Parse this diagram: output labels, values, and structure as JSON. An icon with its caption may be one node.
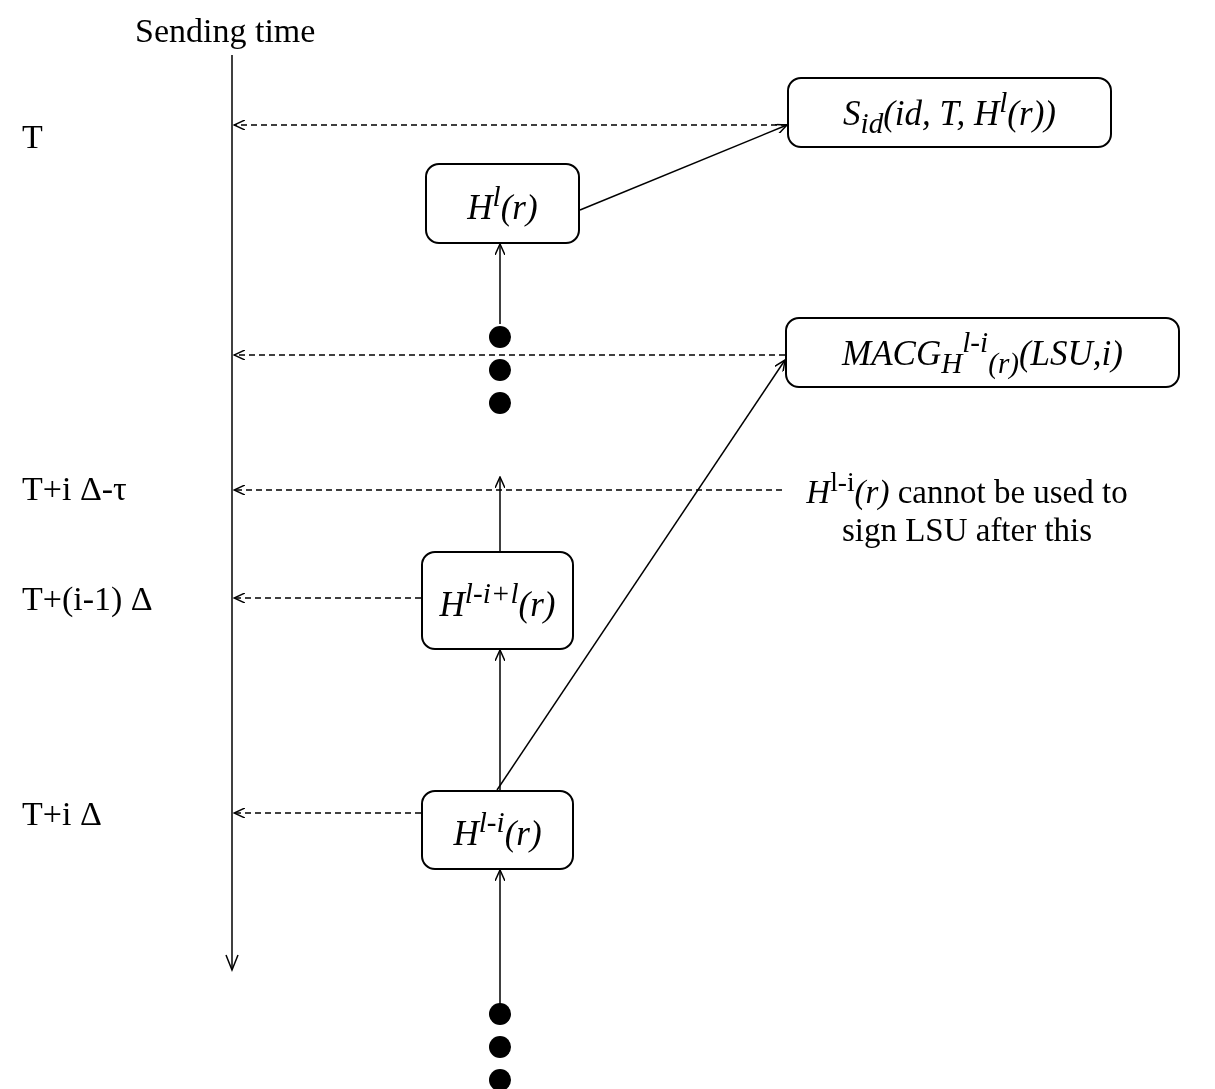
{
  "diagram": {
    "nodes": [
      {
        "text": [
          "S$_{id}$(id, T, H$^{l}$(r))"
        ]
      },
      {
        "text": [
          "H$^{l}$(r)"
        ]
      },
      {
        "text": [
          "MACG$_{H}$$^{l-i}$$_{(r)}$(LSU,i)"
        ]
      },
      {
        "text": [
          "H$^{l-i+l}$(r)"
        ]
      },
      {
        "text": [
          "H$^{l-i}$(r)"
        ]
      },
      {
        "text": [
          "*H*$^{l-i}$*(r)* cannot be used to sign LSU after this"
        ]
      },
      {
        "text": [],
        "shape": "dots"
      },
      {
        "text": [],
        "shape": "dots"
      }
    ],
    "edges": [
      {
        "from": 0,
        "to": null,
        "arrow": "to",
        "style": "dashed"
      },
      {
        "from": 1,
        "to": 0,
        "arrow": "to"
      },
      {
        "from": 6,
        "to": 1,
        "arrow": "to"
      },
      {
        "from": 2,
        "to": null,
        "arrow": "to",
        "style": "dashed"
      },
      {
        "from": 5,
        "to": null,
        "arrow": "to",
        "style": "dashed"
      },
      {
        "from": 3,
        "to": null,
        "arrow": "to"
      },
      {
        "from": 3,
        "to": null,
        "arrow": "to",
        "style": "dashed"
      },
      {
        "from": 4,
        "to": 3,
        "arrow": "to"
      },
      {
        "from": 4,
        "to": 2,
        "arrow": "to"
      },
      {
        "from": 4,
        "to": null,
        "arrow": "to",
        "style": "dashed"
      },
      {
        "from": 7,
        "to": 4,
        "arrow": "to"
      }
    ],
    "labels": [
      "Sending time",
      "T",
      "T+i Δ-τ",
      "T+(i-1) Δ",
      "T+i Δ"
    ]
  }
}
